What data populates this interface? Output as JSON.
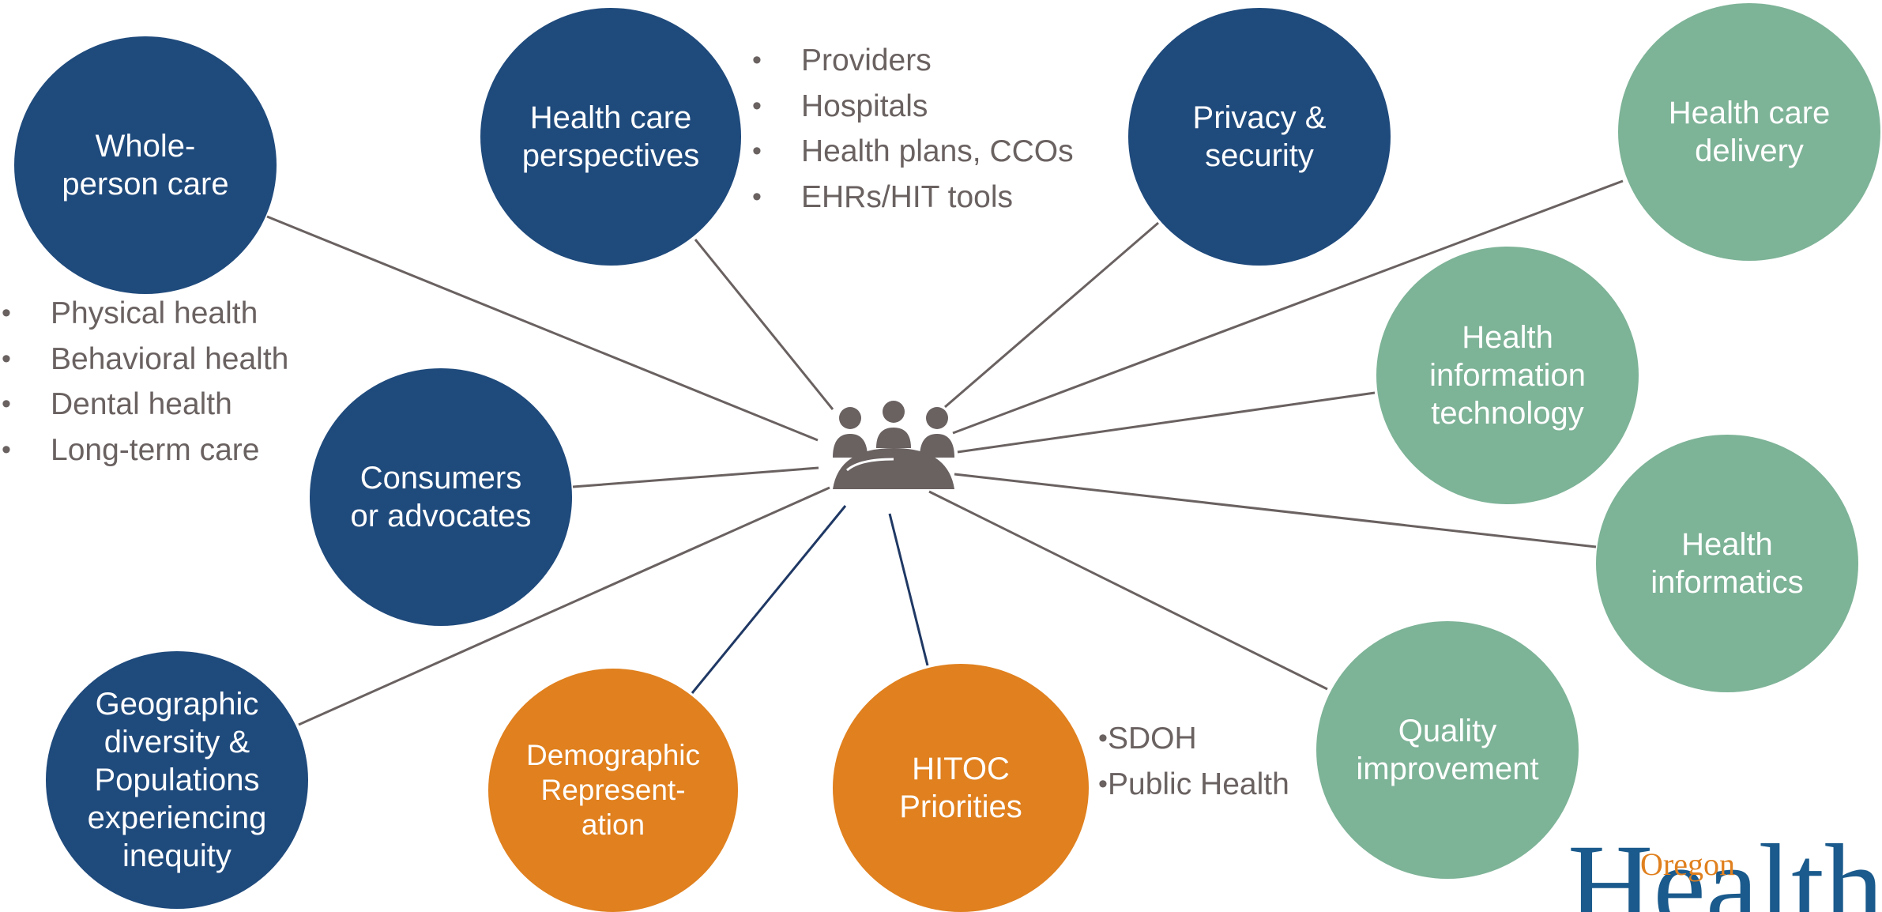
{
  "nodes": {
    "whole_person_care": {
      "lines": [
        "Whole-",
        "person care"
      ],
      "color": "#1f4a7c"
    },
    "health_care_perspectives": {
      "lines": [
        "Health care",
        "perspectives"
      ],
      "color": "#1f4a7c"
    },
    "privacy_security": {
      "lines": [
        "Privacy &",
        "security"
      ],
      "color": "#1f4a7c"
    },
    "health_care_delivery": {
      "lines": [
        "Health care",
        "delivery"
      ],
      "color": "#7db397"
    },
    "health_information_technology": {
      "lines": [
        "Health",
        "information",
        "technology"
      ],
      "color": "#7db397"
    },
    "health_informatics": {
      "lines": [
        "Health",
        "informatics"
      ],
      "color": "#7db397"
    },
    "consumers_advocates": {
      "lines": [
        "Consumers",
        "or advocates"
      ],
      "color": "#1f4a7c"
    },
    "quality_improvement": {
      "lines": [
        "Quality",
        "improvement"
      ],
      "color": "#7db397"
    },
    "geographic_diversity": {
      "lines": [
        "Geographic",
        "diversity &",
        "Populations",
        "experiencing",
        "inequity"
      ],
      "color": "#1f4a7c"
    },
    "demographic_representation": {
      "lines": [
        "Demographic",
        "Represent-",
        "ation"
      ],
      "color": "#e0801e"
    },
    "hitoc_priorities": {
      "lines": [
        "HITOC",
        "Priorities"
      ],
      "color": "#e0801e"
    }
  },
  "bullet_lists": {
    "perspectives": [
      "Providers",
      "Hospitals",
      "Health plans, CCOs",
      "EHRs/HIT tools"
    ],
    "whole_person": [
      "Physical health",
      "Behavioral health",
      "Dental health",
      "Long-term care"
    ],
    "priorities": [
      "SDOH",
      "Public Health"
    ]
  },
  "hub_icon": "people-at-table-icon",
  "logo": {
    "small": "Oregon",
    "big": "Health"
  },
  "colors": {
    "blue": "#1f4a7c",
    "green": "#7db397",
    "orange": "#e0801e",
    "text_gray": "#6a6161",
    "line_gray": "#6a6161",
    "line_navy": "#1f3864"
  }
}
